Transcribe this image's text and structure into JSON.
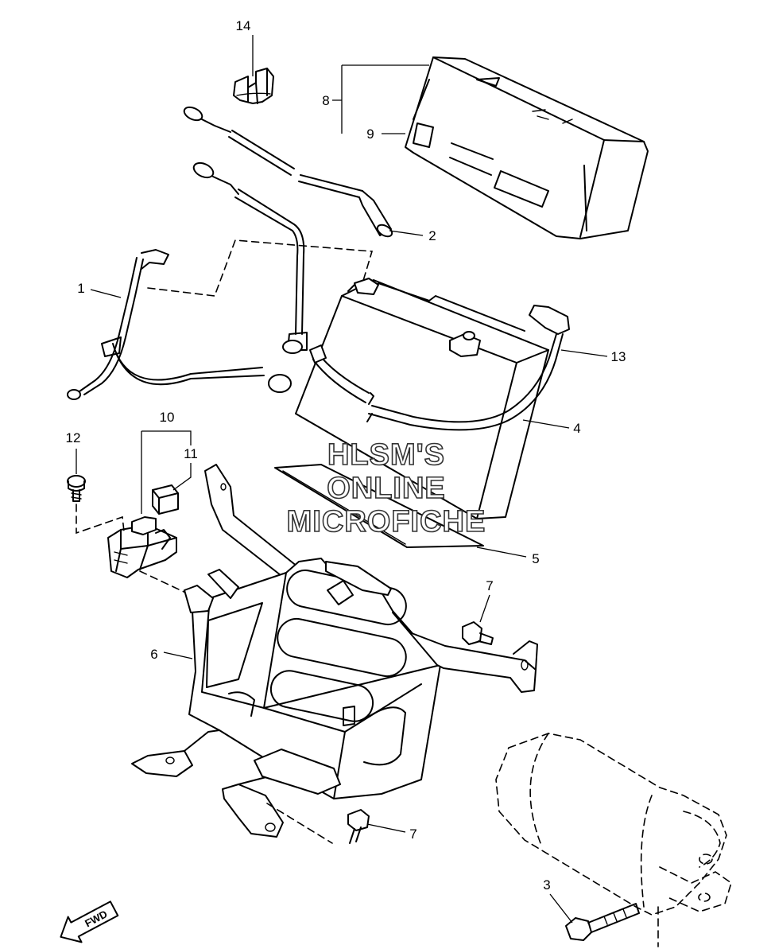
{
  "callouts": [
    {
      "id": "1",
      "label": "1"
    },
    {
      "id": "2",
      "label": "2"
    },
    {
      "id": "3",
      "label": "3"
    },
    {
      "id": "4",
      "label": "4"
    },
    {
      "id": "5",
      "label": "5"
    },
    {
      "id": "6",
      "label": "6"
    },
    {
      "id": "7a",
      "label": "7"
    },
    {
      "id": "7b",
      "label": "7"
    },
    {
      "id": "8",
      "label": "8"
    },
    {
      "id": "9",
      "label": "9"
    },
    {
      "id": "10",
      "label": "10"
    },
    {
      "id": "11",
      "label": "11"
    },
    {
      "id": "12",
      "label": "12"
    },
    {
      "id": "13",
      "label": "13"
    },
    {
      "id": "14",
      "label": "14"
    }
  ],
  "watermark": {
    "line1": "HLSM'S",
    "line2": "ONLINE",
    "line3": "MICROFICHE"
  },
  "direction_arrow": {
    "label": "FWD"
  }
}
